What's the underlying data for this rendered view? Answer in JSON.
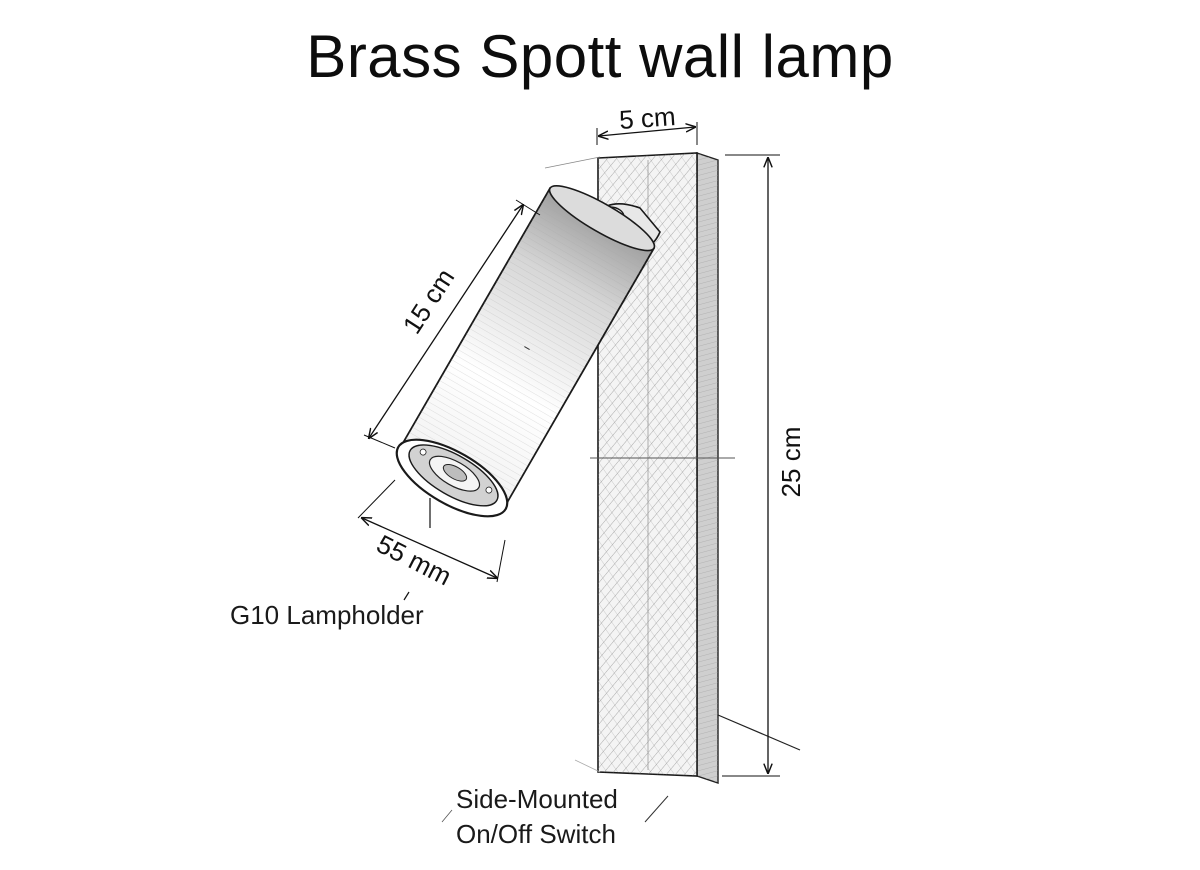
{
  "title": "Brass Spott wall lamp",
  "dimensions": {
    "plate_width": "5 cm",
    "plate_height": "25 cm",
    "body_length": "15 cm",
    "body_diameter": "55 mm"
  },
  "callouts": {
    "lampholder": "G10 Lampholder",
    "switch_line1": "Side-Mounted",
    "switch_line2": "On/Off Switch"
  },
  "colors": {
    "ink": "#1a1a1a",
    "hatch": "#6a6a6a",
    "paper": "#ffffff"
  }
}
